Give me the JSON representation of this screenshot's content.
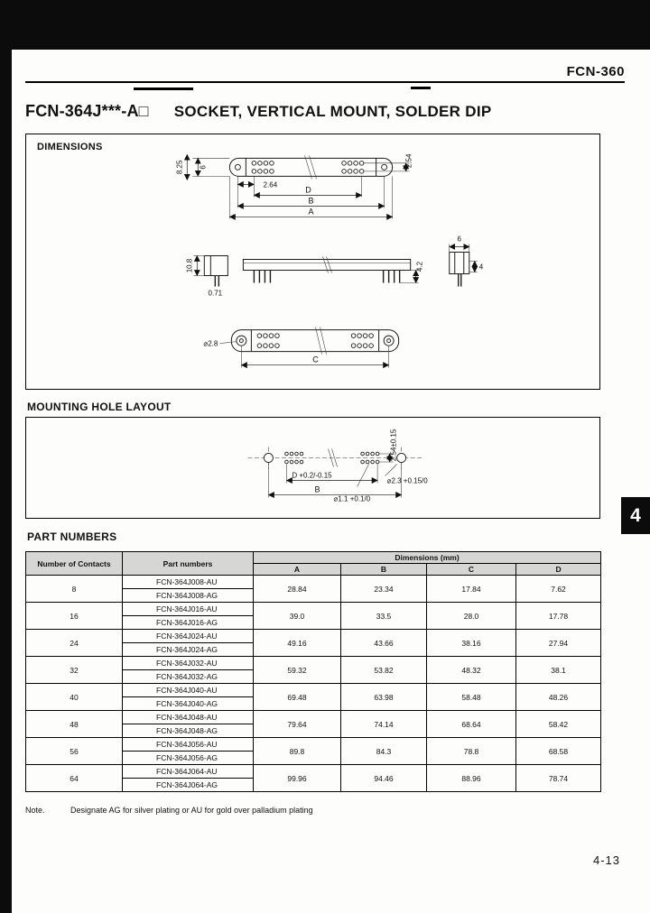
{
  "page": {
    "doc_code": "FCN-360",
    "page_number": "4-13",
    "side_tab": "4"
  },
  "title": {
    "part_code": "FCN-364J***-A□",
    "description": "SOCKET, VERTICAL MOUNT, SOLDER DIP"
  },
  "sections": {
    "dimensions_label": "DIMENSIONS",
    "mounting_label": "MOUNTING HOLE LAYOUT",
    "part_numbers_label": "PART NUMBERS"
  },
  "front_view": {
    "dim_height_overall": "8.25",
    "dim_height_body": "6",
    "dim_row_pitch": "2.54",
    "dim_end_pitch": "2.64",
    "dim_d": "D",
    "dim_b": "B",
    "dim_a": "A"
  },
  "side_view": {
    "dim_height": "10.8",
    "dim_pin_width": "0.71",
    "dim_pin_length": "4.2",
    "dim_width": "6",
    "dim_depth": "4"
  },
  "bottom_view": {
    "dim_hole": "⌀2.8",
    "dim_c": "C"
  },
  "mounting_view": {
    "dim_row_pitch": "2.54±0.15",
    "dim_d": "D +0.2/-0.15",
    "dim_b": "B",
    "dim_hole_large": "⌀2.3 +0.15/0",
    "dim_hole_small": "⌀1.1 +0.1/0"
  },
  "table": {
    "col_contacts": "Number of Contacts",
    "col_parts": "Part numbers",
    "col_dims_group": "Dimensions (mm)",
    "dim_headers": [
      "A",
      "B",
      "C",
      "D"
    ],
    "rows": [
      {
        "contacts": "8",
        "parts": [
          "FCN-364J008-AU",
          "FCN-364J008-AG"
        ],
        "A": "28.84",
        "B": "23.34",
        "C": "17.84",
        "D": "7.62"
      },
      {
        "contacts": "16",
        "parts": [
          "FCN-364J016-AU",
          "FCN-364J016-AG"
        ],
        "A": "39.0",
        "B": "33.5",
        "C": "28.0",
        "D": "17.78"
      },
      {
        "contacts": "24",
        "parts": [
          "FCN-364J024-AU",
          "FCN-364J024-AG"
        ],
        "A": "49.16",
        "B": "43.66",
        "C": "38.16",
        "D": "27.94"
      },
      {
        "contacts": "32",
        "parts": [
          "FCN-364J032-AU",
          "FCN-364J032-AG"
        ],
        "A": "59.32",
        "B": "53.82",
        "C": "48.32",
        "D": "38.1"
      },
      {
        "contacts": "40",
        "parts": [
          "FCN-364J040-AU",
          "FCN-364J040-AG"
        ],
        "A": "69.48",
        "B": "63.98",
        "C": "58.48",
        "D": "48.26"
      },
      {
        "contacts": "48",
        "parts": [
          "FCN-364J048-AU",
          "FCN-364J048-AG"
        ],
        "A": "79.64",
        "B": "74.14",
        "C": "68.64",
        "D": "58.42"
      },
      {
        "contacts": "56",
        "parts": [
          "FCN-364J056-AU",
          "FCN-364J056-AG"
        ],
        "A": "89.8",
        "B": "84.3",
        "C": "78.8",
        "D": "68.58"
      },
      {
        "contacts": "64",
        "parts": [
          "FCN-364J064-AU",
          "FCN-364J064-AG"
        ],
        "A": "99.96",
        "B": "94.46",
        "C": "88.96",
        "D": "78.74"
      }
    ]
  },
  "note": {
    "label": "Note.",
    "text": "Designate AG for silver plating or AU for gold over palladium plating"
  }
}
